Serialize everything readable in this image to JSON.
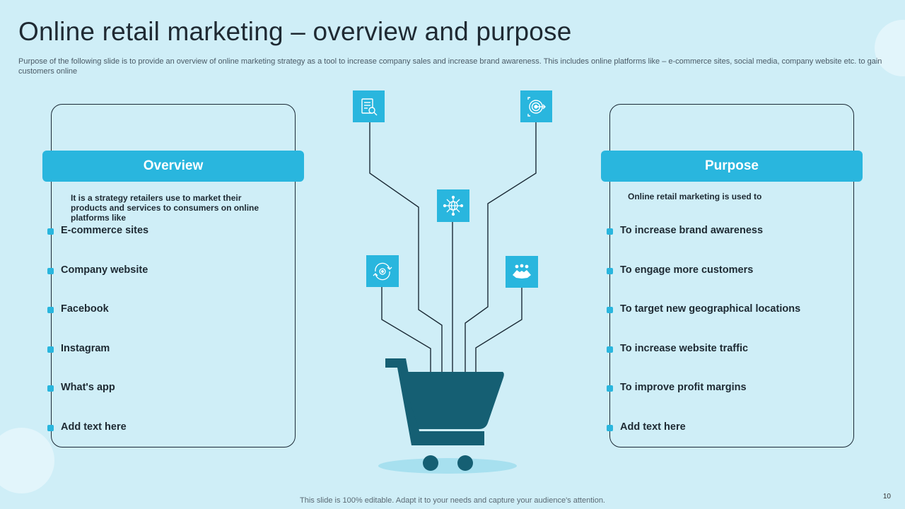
{
  "slide": {
    "title": "Online retail marketing – overview and purpose",
    "subtitle": "Purpose of the following slide is to provide an overview of online marketing strategy as a tool to increase company sales and increase brand awareness. This includes online platforms like – e-commerce sites, social media, company website etc. to gain customers online",
    "footer": "This slide is 100% editable. Adapt it to your needs and capture your audience's attention.",
    "page_number": "10"
  },
  "overview": {
    "heading": "Overview",
    "intro": "It is a strategy retailers use to market their products and services to consumers on online platforms like",
    "items": [
      "E-commerce sites",
      "Company website",
      "Facebook",
      "Instagram",
      "What's app",
      "Add  text here"
    ]
  },
  "purpose": {
    "heading": "Purpose",
    "intro": "Online  retail marketing is used to",
    "items": [
      "To increase brand awareness",
      "To engage more customers",
      "To target new geographical locations",
      "To increase website traffic",
      "To improve profit margins",
      "Add  text here"
    ]
  },
  "icons": [
    "document-search-icon",
    "target-icon",
    "network-globe-icon",
    "cycle-icon",
    "handshake-icon",
    "shopping-cart-icon"
  ],
  "colors": {
    "background": "#cfeef7",
    "accent": "#29b6de",
    "cart": "#155f73",
    "text": "#1e2a33"
  }
}
